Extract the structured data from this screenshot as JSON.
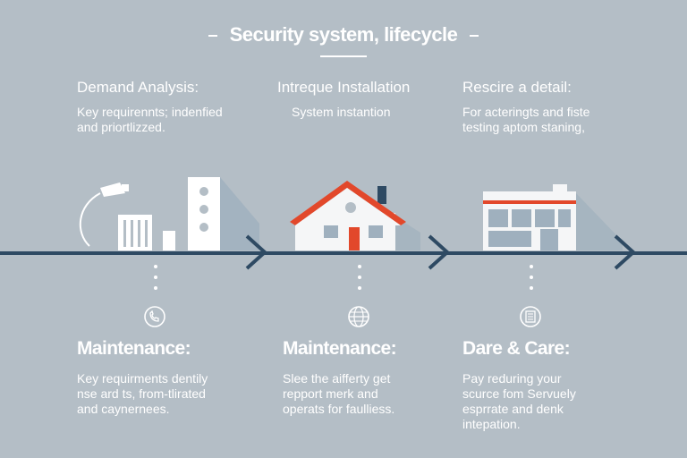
{
  "title": "Security system, lifecycle",
  "top_steps": [
    {
      "heading": "Demand Analysis:",
      "lines": [
        "Key requirennts; indenfied",
        "and priortlizzed."
      ]
    },
    {
      "heading": "Intreque Installation",
      "lines": [
        "System instantion"
      ]
    },
    {
      "heading": "Rescire a detail:",
      "lines": [
        "For acteringts and fiste",
        "testing aptom staning,"
      ]
    }
  ],
  "bottom_steps": [
    {
      "heading": "Maintenance:",
      "lines": [
        "Key requirments dentily",
        "nse ard ts, from-tlirated",
        "and caynernees."
      ],
      "icon": "phone-icon"
    },
    {
      "heading": "Maintenance:",
      "lines": [
        "Slee the aifferty get",
        "repport merk and",
        "operats for faulliess."
      ],
      "icon": "globe-icon"
    },
    {
      "heading": "Dare & Care:",
      "lines": [
        "Pay reduring your",
        "scurce fom Servuely",
        "esprrate and denk",
        "intepation."
      ],
      "icon": "document-icon"
    }
  ],
  "colors": {
    "background": "#b4bec6",
    "timeline": "#2e4a63",
    "roof_accent": "#e2482b",
    "building_white": "#f5f6f7"
  }
}
